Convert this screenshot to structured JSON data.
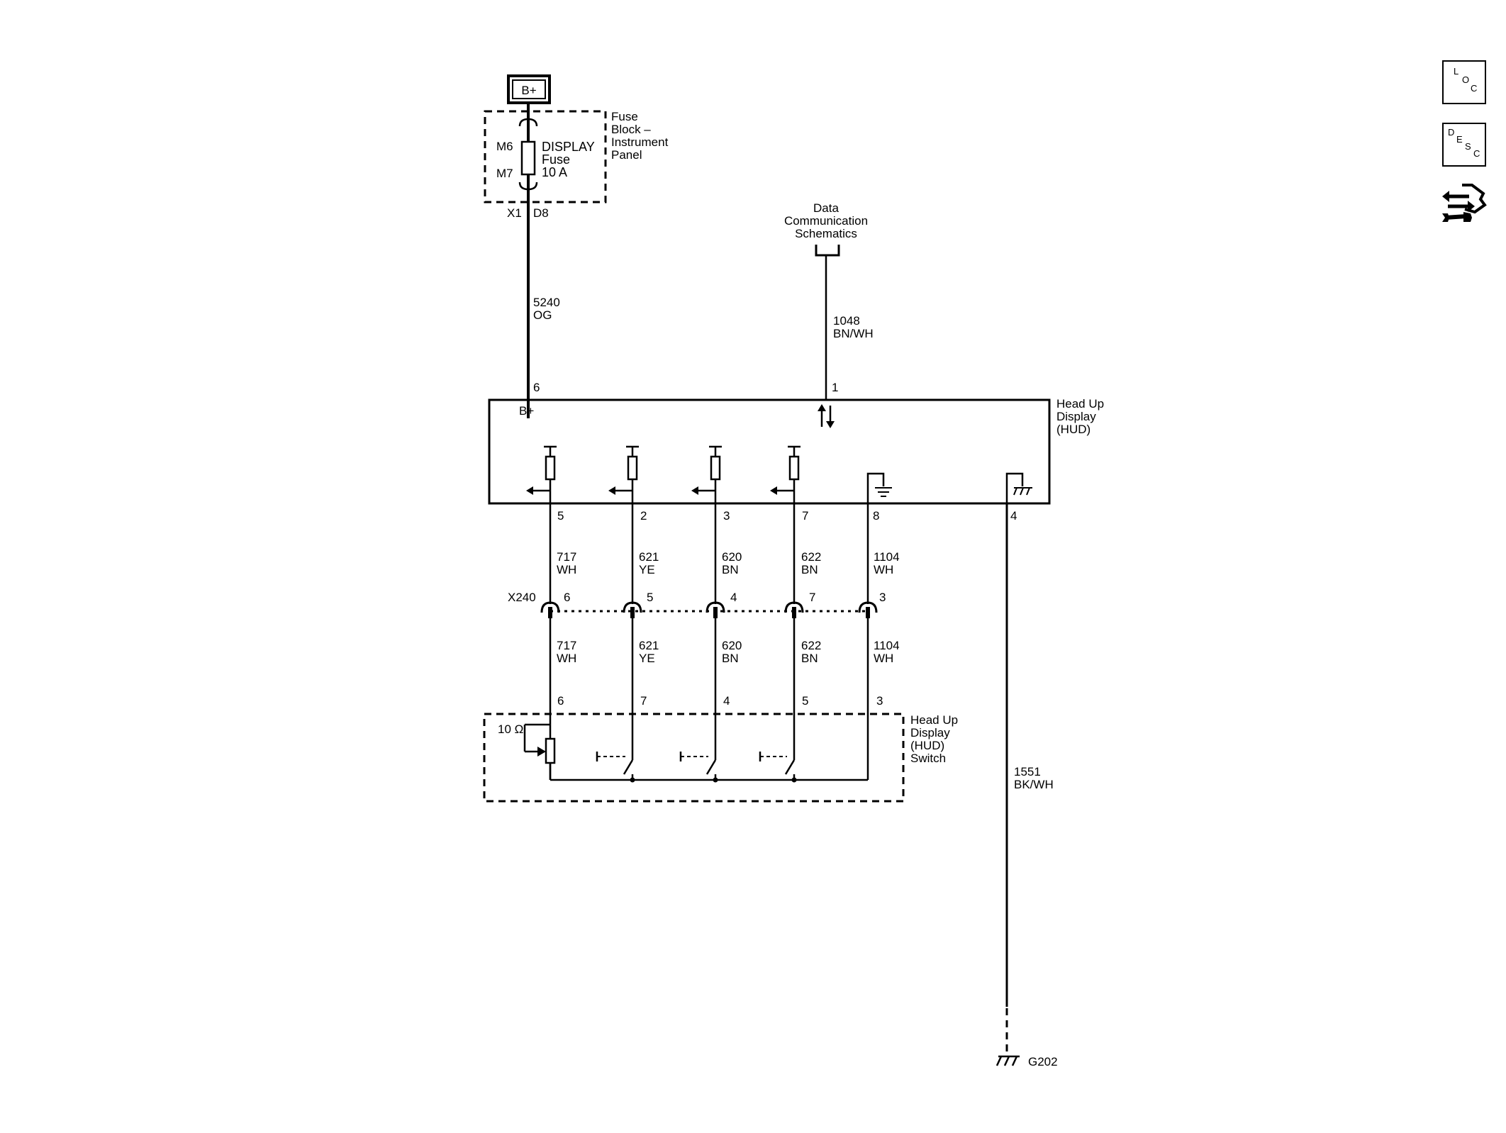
{
  "fuse": {
    "source": "B+",
    "block_label": [
      "Fuse",
      "Block –",
      "Instrument",
      "Panel"
    ],
    "name": [
      "DISPLAY",
      "Fuse",
      "10 A"
    ],
    "pin_top": "M6",
    "pin_bottom": "M7",
    "conn_left": "X1",
    "conn_right": "D8"
  },
  "data_comm": {
    "label": [
      "Data",
      "Communication",
      "Schematics"
    ]
  },
  "hud": {
    "label": [
      "Head Up",
      "Display",
      "(HUD)"
    ],
    "bplus": "B+"
  },
  "hud_switch": {
    "label": [
      "Head Up",
      "Display",
      "(HUD)",
      "Switch"
    ],
    "resistor": "10 Ω"
  },
  "circuits": {
    "power": {
      "pin": "6",
      "number": "5240",
      "color": "OG"
    },
    "data": {
      "pin": "1",
      "number": "1048",
      "color": "BN/WH"
    },
    "ground_wire": {
      "pin": "4",
      "number": "1551",
      "color": "BK/WH"
    },
    "signals": [
      {
        "hud_pin": "5",
        "number": "717",
        "color": "WH",
        "x240_pin": "6",
        "switch_pin": "6"
      },
      {
        "hud_pin": "2",
        "number": "621",
        "color": "YE",
        "x240_pin": "5",
        "switch_pin": "7"
      },
      {
        "hud_pin": "3",
        "number": "620",
        "color": "BN",
        "x240_pin": "4",
        "switch_pin": "4"
      },
      {
        "hud_pin": "7",
        "number": "622",
        "color": "BN",
        "x240_pin": "7",
        "switch_pin": "5"
      },
      {
        "hud_pin": "8",
        "number": "1104",
        "color": "WH",
        "x240_pin": "3",
        "switch_pin": "3"
      }
    ]
  },
  "connector": {
    "name": "X240"
  },
  "ground": {
    "name": "G202"
  },
  "side_icons": {
    "loc": [
      "L",
      "O",
      "C"
    ],
    "desc": [
      "D",
      "E",
      "S",
      "C"
    ]
  }
}
